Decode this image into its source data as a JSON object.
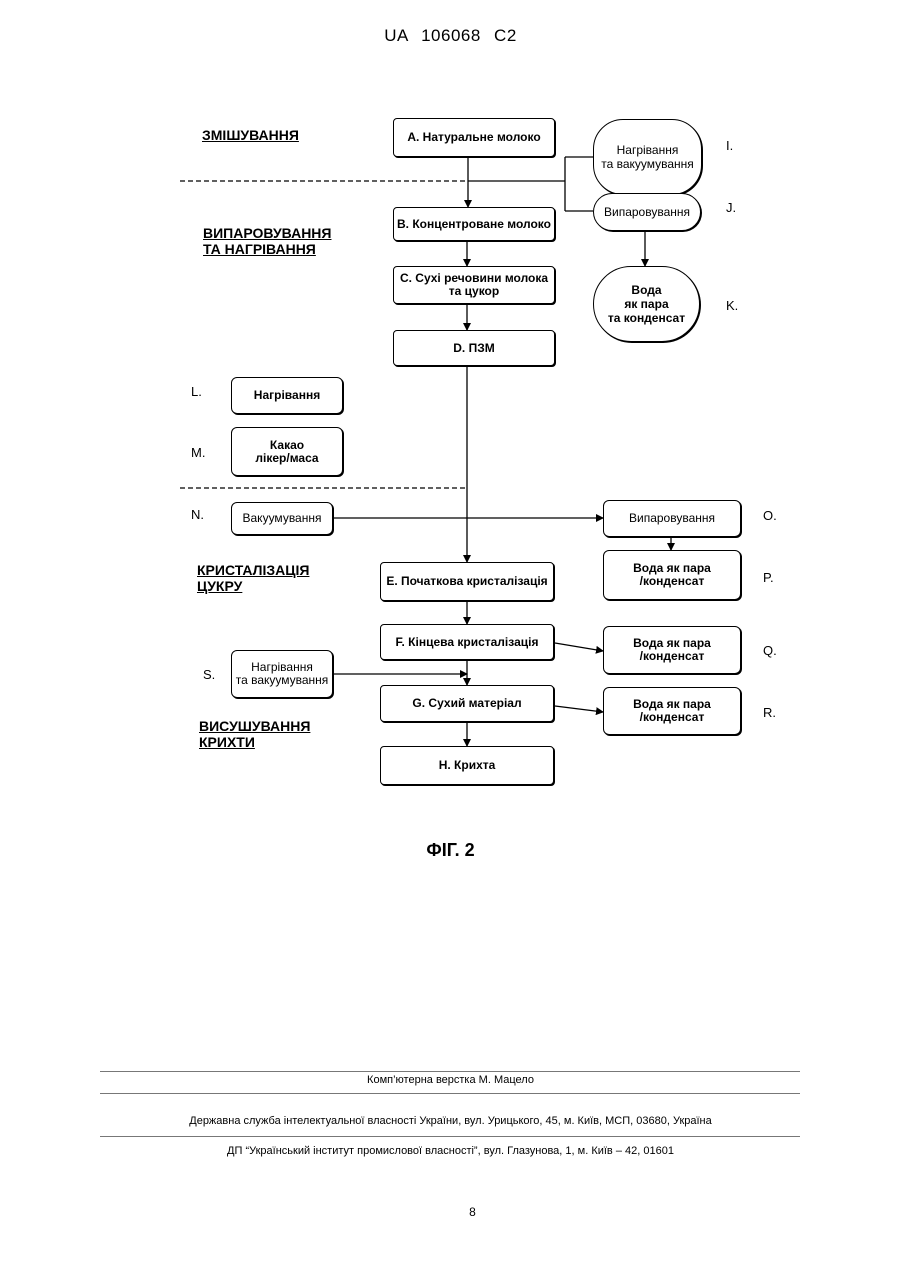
{
  "header": "UA 106068 C2",
  "phases": {
    "mixing": "ЗМІШУВАННЯ",
    "evaporation": "ВИПАРОВУВАННЯ\nТА НАГРІВАННЯ",
    "crystallization": "КРИСТАЛІЗАЦІЯ\nЦУКРУ",
    "drying": "ВИСУШУВАННЯ\nКРИХТИ"
  },
  "main_steps": {
    "A": "A. Натуральне молоко",
    "B": "B. Концентроване молоко",
    "C": "C. Сухі речовини молока\nта цукор",
    "D": "D. ПЗМ",
    "E": "E. Початкова кристалізація",
    "F": "F. Кінцева кристалізація",
    "G": "G. Сухий матеріал",
    "H": "H. Крихта"
  },
  "side_boxes": {
    "I": "Нагрівання\nта вакуумування",
    "J": "Випаровування",
    "K": "Вода\nяк пара\nта конденсат",
    "L": "Нагрівання",
    "M": "Какао\nлікер/маса",
    "N": "Вакуумування",
    "O": "Випаровування",
    "P": "Вода як пара\n/конденсат",
    "Q": "Вода як пара\n/конденсат",
    "R": "Вода як пара\n/конденсат",
    "S": "Нагрівання\nта вакуумування"
  },
  "letters": {
    "I": "I.",
    "J": "J.",
    "K": "K.",
    "L": "L.",
    "M": "M.",
    "N": "N.",
    "O": "O.",
    "P": "P.",
    "Q": "Q.",
    "R": "R.",
    "S": "S."
  },
  "figure_caption": "ФІГ. 2",
  "footer": {
    "layout": "Комп’ютерна верстка М. Мацело",
    "service": "Державна служба інтелектуальної власності України, вул. Урицького, 45, м. Київ, МСП, 03680, Україна",
    "institute": "ДП “Український інститут промислової власності”, вул. Глазунова, 1, м. Київ – 42, 01601"
  },
  "page_number": "8"
}
